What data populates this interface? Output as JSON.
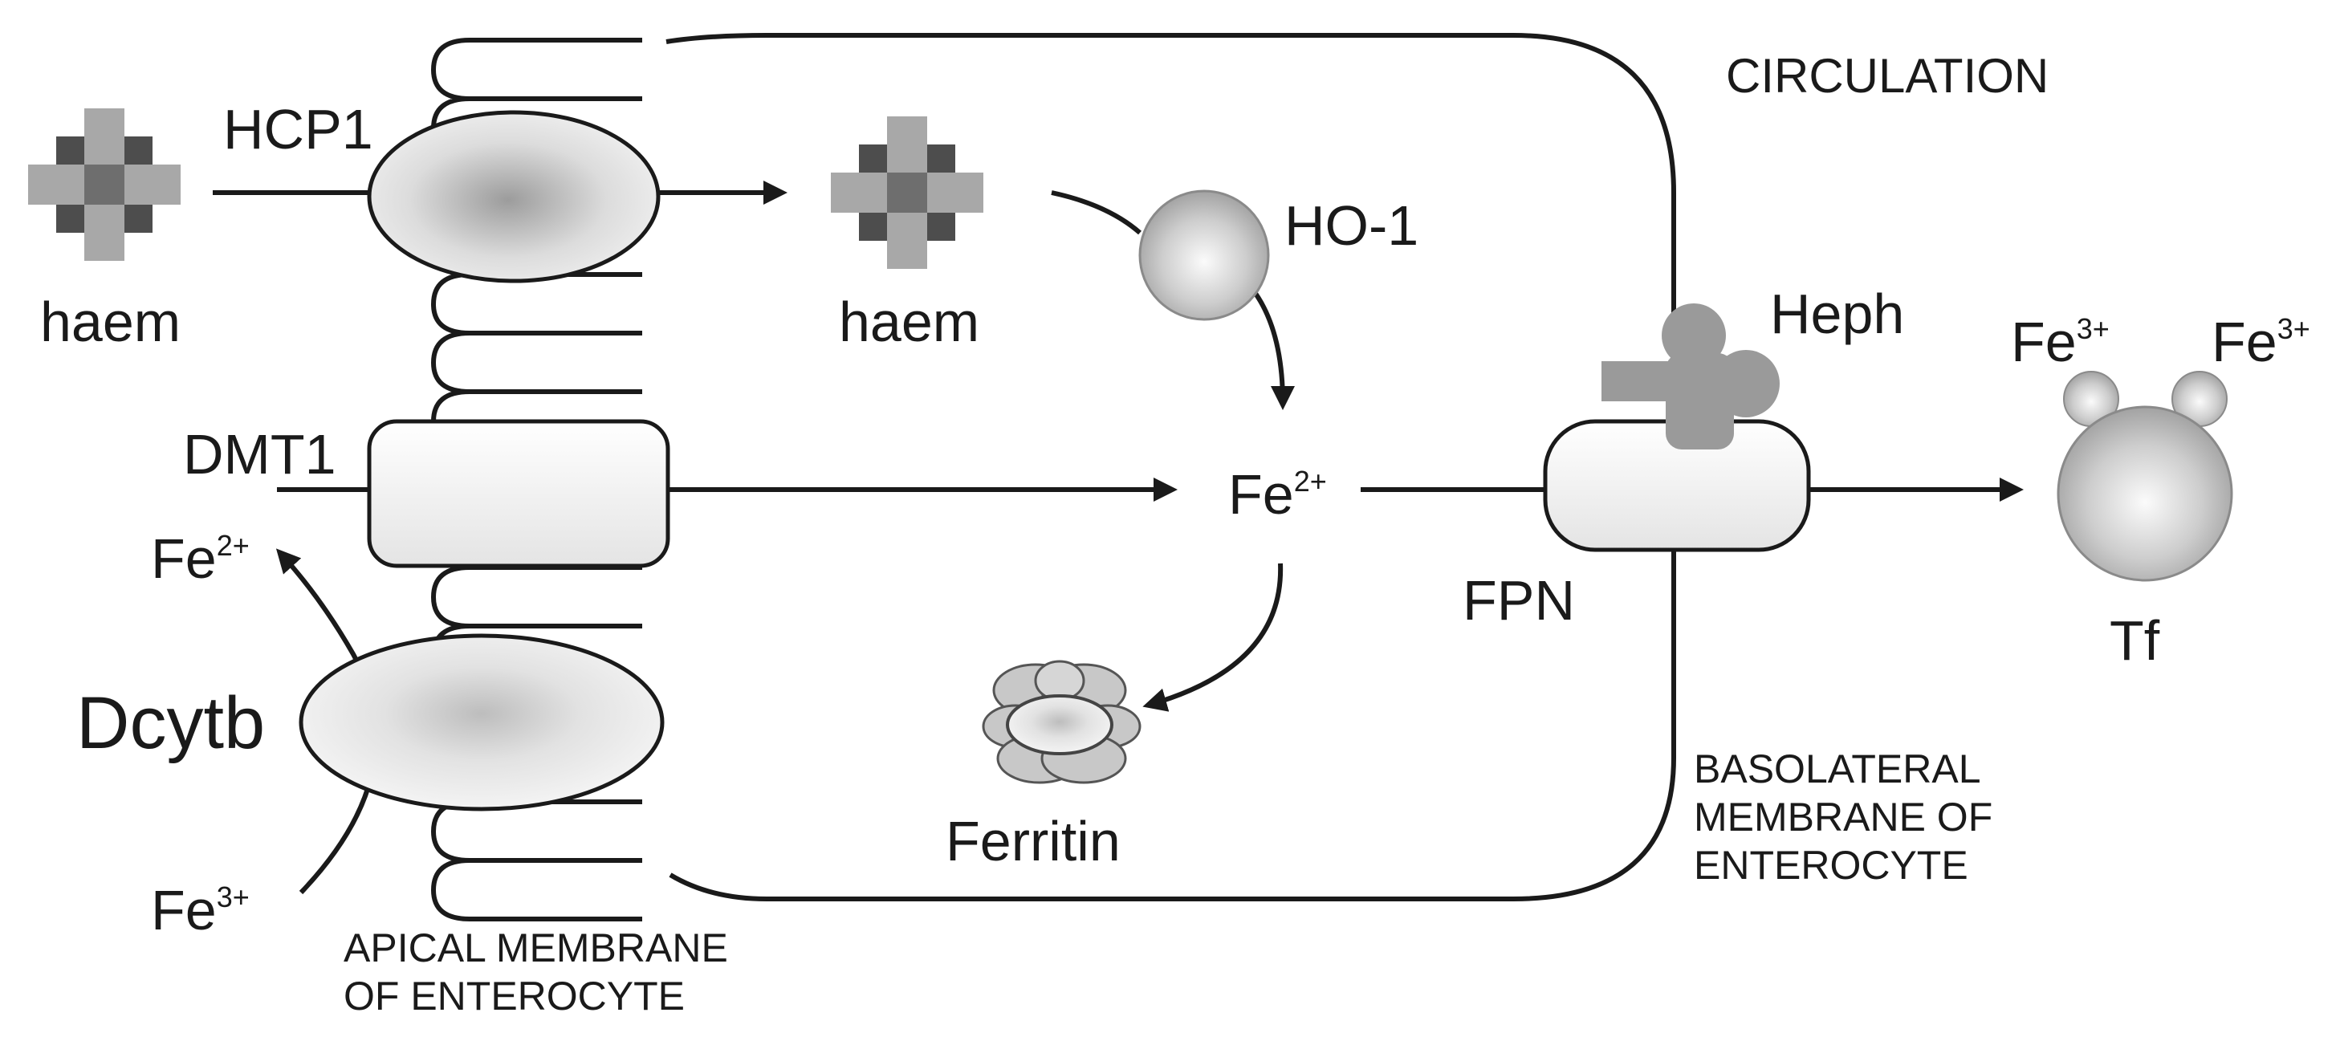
{
  "labels": {
    "circulation": "CIRCULATION",
    "hcp1": "HCP1",
    "haem_left": "haem",
    "haem_inner": "haem",
    "ho1": "HO-1",
    "heph": "Heph",
    "dmt1": "DMT1",
    "fe2_left_base": "Fe",
    "fe2_left_sup": "2+",
    "fe2_center_base": "Fe",
    "fe2_center_sup": "2+",
    "fe3_tf_left_base": "Fe",
    "fe3_tf_left_sup": "3+",
    "fe3_tf_right_base": "Fe",
    "fe3_tf_right_sup": "3+",
    "fpn": "FPN",
    "tf": "Tf",
    "dcytb": "Dcytb",
    "fe3_bottom_base": "Fe",
    "fe3_bottom_sup": "3+",
    "ferritin": "Ferritin",
    "basolateral_line1": "BASOLATERAL",
    "basolateral_line2": "MEMBRANE OF",
    "basolateral_line3": "ENTEROCYTE",
    "apical_line1": "APICAL MEMBRANE",
    "apical_line2": "OF ENTEROCYTE"
  },
  "colors": {
    "stroke": "#1a1a1a",
    "haem_dark": "#4d4d4d",
    "haem_light": "#a8a8a8",
    "protein_gray": "#c4c4c4",
    "heph_gray": "#9a9a9a"
  }
}
